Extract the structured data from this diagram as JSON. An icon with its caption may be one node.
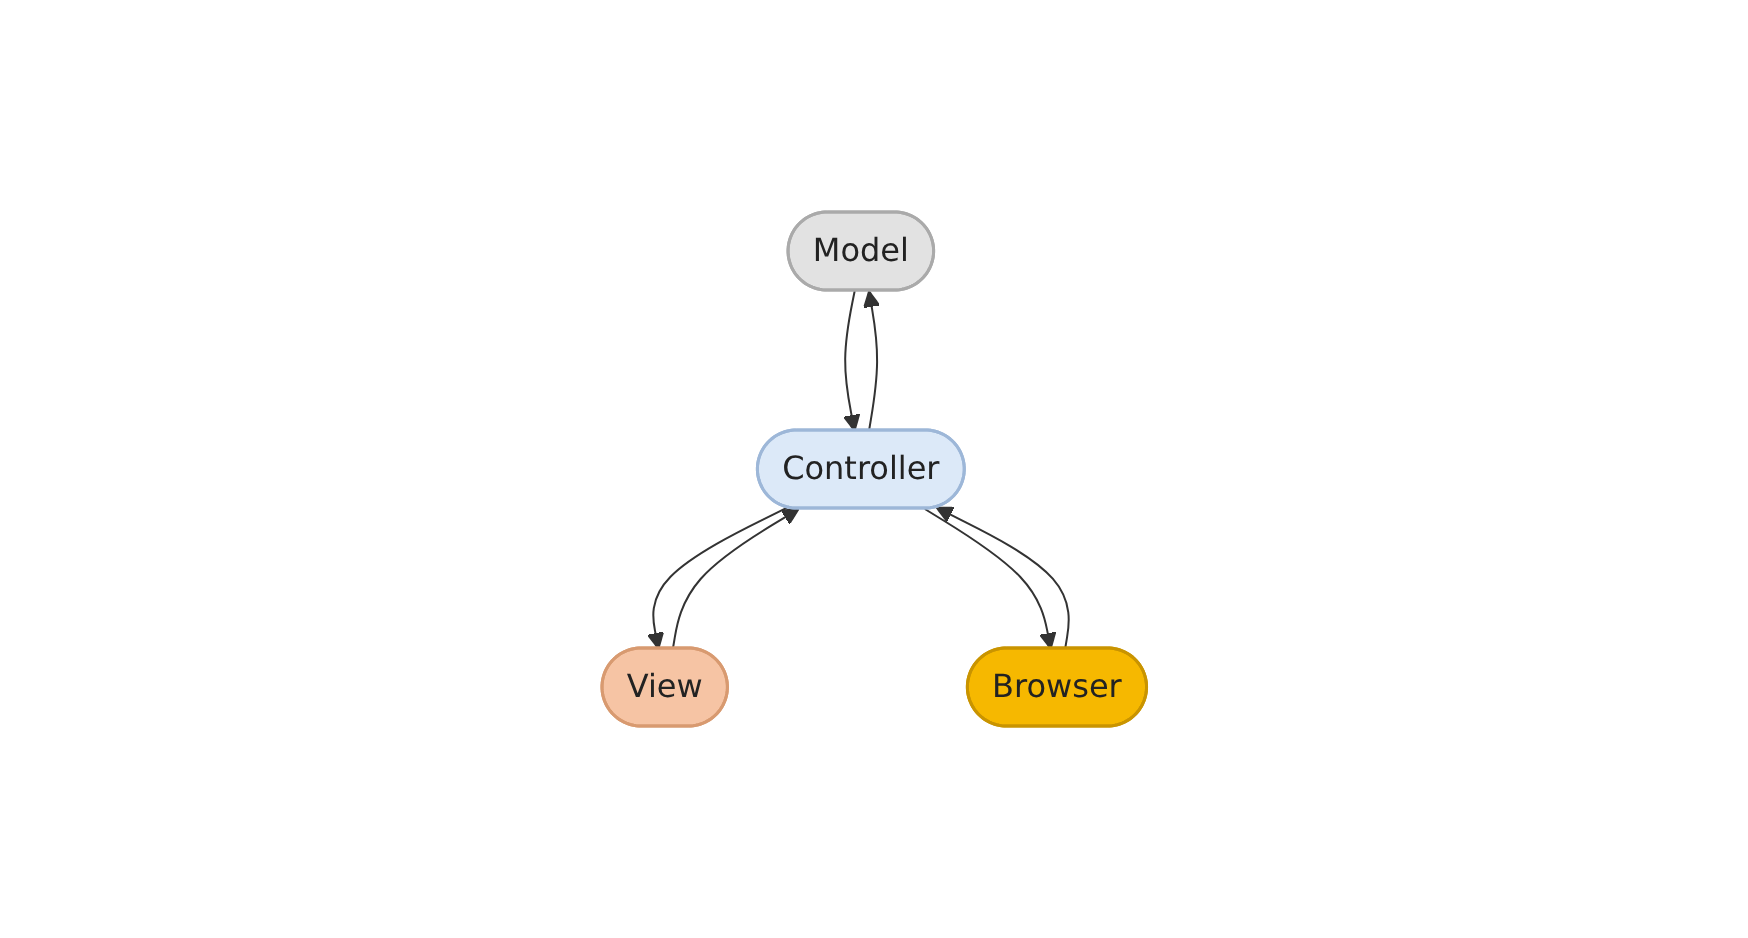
{
  "diagram": {
    "nodes": [
      {
        "text": [
          "Model"
        ]
      },
      {
        "text": [
          "View"
        ]
      },
      {
        "text": [
          "Controller"
        ]
      },
      {
        "text": [
          "Browser"
        ]
      }
    ],
    "edges": [
      {
        "from": 0,
        "to": 2,
        "arrow": "to"
      },
      {
        "from": 2,
        "to": 0,
        "arrow": "to"
      },
      {
        "from": 2,
        "to": 1,
        "arrow": "to"
      },
      {
        "from": 1,
        "to": 2,
        "arrow": "to"
      },
      {
        "from": 3,
        "to": 2,
        "arrow": "to"
      },
      {
        "from": 2,
        "to": 3,
        "arrow": "to"
      }
    ]
  }
}
